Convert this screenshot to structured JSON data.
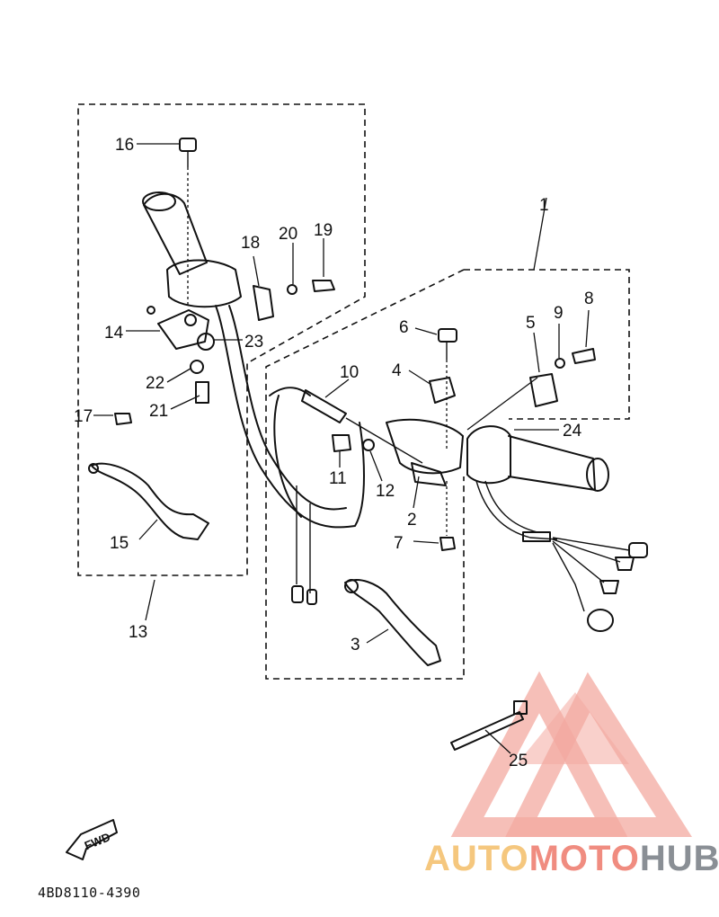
{
  "diagram": {
    "labels": {
      "p1": "1",
      "p2": "2",
      "p3": "3",
      "p4": "4",
      "p5": "5",
      "p6": "6",
      "p7": "7",
      "p8": "8",
      "p9": "9",
      "p10": "10",
      "p11": "11",
      "p12": "12",
      "p13": "13",
      "p14": "14",
      "p15": "15",
      "p16": "16",
      "p17": "17",
      "p18": "18",
      "p19": "19",
      "p20": "20",
      "p21": "21",
      "p22": "22",
      "p23": "23",
      "p24": "24",
      "p25": "25"
    },
    "part_code": "4BD8110-4390",
    "fwd_badge": "FWD",
    "watermark": {
      "auto": "AUTO",
      "moto": "MOTO",
      "hub": "HUB",
      "colors": {
        "auto": "#f5c77e",
        "moto": "#f08c80",
        "hub": "#8a8f95",
        "logo": "#f29b90"
      }
    }
  }
}
